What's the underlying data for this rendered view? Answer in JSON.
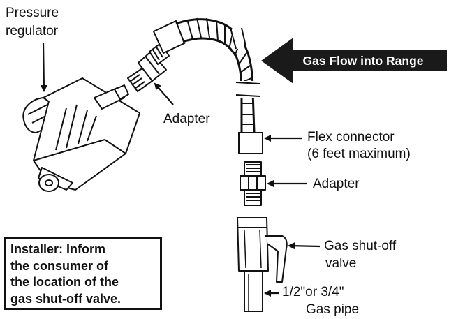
{
  "labels": {
    "pressure_regulator": [
      "Pressure",
      "regulator"
    ],
    "adapter_upper": "Adapter",
    "gas_flow_banner": "Gas Flow into Range",
    "flex_connector": [
      "Flex connector",
      "(6 feet maximum)"
    ],
    "adapter_lower": "Adapter",
    "shutoff_valve": [
      "Gas shut-off",
      "valve"
    ],
    "gas_pipe": [
      "1/2\"or 3/4\"",
      "Gas pipe"
    ]
  },
  "installer_note": [
    "Installer: Inform",
    "the consumer of",
    "the location of the",
    "gas shut-off valve."
  ],
  "colors": {
    "ink": "#111111",
    "banner_bg": "#1a1a1a",
    "banner_text": "#ffffff",
    "background": "#ffffff"
  }
}
